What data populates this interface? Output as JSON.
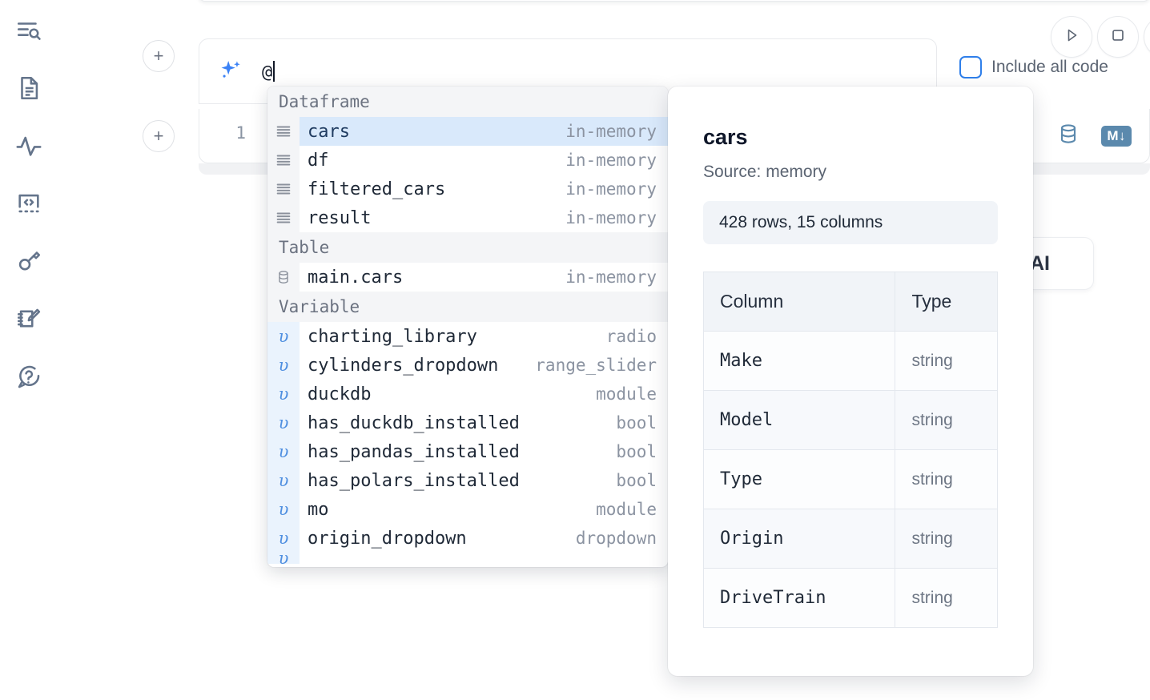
{
  "sidebar": {
    "items": [
      {
        "name": "explore-icon",
        "label": "Explore"
      },
      {
        "name": "file-icon",
        "label": "File explorer"
      },
      {
        "name": "activity-icon",
        "label": "Activity"
      },
      {
        "name": "snippets-icon",
        "label": "Snippets"
      },
      {
        "name": "secrets-icon",
        "label": "Secrets"
      },
      {
        "name": "scratchpad-icon",
        "label": "Scratchpad"
      },
      {
        "name": "help-icon",
        "label": "Help"
      }
    ]
  },
  "toolbar": {
    "run_label": "Run",
    "stop_label": "Stop",
    "more_label": "More",
    "include_all_code_label": "Include all code",
    "include_all_code_checked": false,
    "accent_color": "#2f7fea"
  },
  "ai_prompt": {
    "value": "@",
    "icon": "sparkle-icon"
  },
  "cell": {
    "line_number": "1",
    "database_icon": "database-icon",
    "markdown_icon": "markdown-icon",
    "markdown_label": "M"
  },
  "background_card": {
    "label": "AI"
  },
  "autocomplete": {
    "groups": [
      {
        "label": "Dataframe",
        "icon": "dataframe-icon",
        "items": [
          {
            "name": "cars",
            "type": "in-memory",
            "selected": true
          },
          {
            "name": "df",
            "type": "in-memory",
            "selected": false
          },
          {
            "name": "filtered_cars",
            "type": "in-memory",
            "selected": false
          },
          {
            "name": "result",
            "type": "in-memory",
            "selected": false
          }
        ]
      },
      {
        "label": "Table",
        "icon": "table-icon",
        "items": [
          {
            "name": "main.cars",
            "type": "in-memory",
            "selected": false
          }
        ]
      },
      {
        "label": "Variable",
        "icon": "variable-icon",
        "items": [
          {
            "name": "charting_library",
            "type": "radio",
            "selected": false
          },
          {
            "name": "cylinders_dropdown",
            "type": "range_slider",
            "selected": false
          },
          {
            "name": "duckdb",
            "type": "module",
            "selected": false
          },
          {
            "name": "has_duckdb_installed",
            "type": "bool",
            "selected": false
          },
          {
            "name": "has_pandas_installed",
            "type": "bool",
            "selected": false
          },
          {
            "name": "has_polars_installed",
            "type": "bool",
            "selected": false
          },
          {
            "name": "mo",
            "type": "module",
            "selected": false
          },
          {
            "name": "origin_dropdown",
            "type": "dropdown",
            "selected": false
          }
        ]
      }
    ]
  },
  "preview": {
    "title": "cars",
    "source": "Source: memory",
    "shape": "428 rows, 15 columns",
    "columns_header": "Column",
    "type_header": "Type",
    "rows": [
      {
        "column": "Make",
        "type": "string"
      },
      {
        "column": "Model",
        "type": "string"
      },
      {
        "column": "Type",
        "type": "string"
      },
      {
        "column": "Origin",
        "type": "string"
      },
      {
        "column": "DriveTrain",
        "type": "string"
      }
    ]
  }
}
